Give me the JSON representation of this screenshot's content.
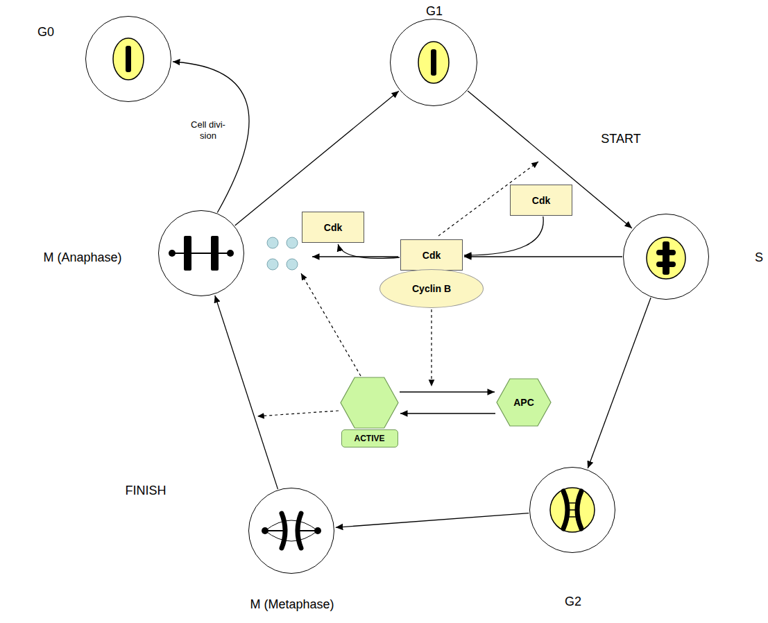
{
  "diagram": {
    "nodes": [
      {
        "text": [
          "G0"
        ]
      },
      {
        "text": [
          "G1"
        ]
      },
      {
        "text": [
          "S"
        ]
      },
      {
        "text": [
          "G2"
        ]
      },
      {
        "text": [
          "M (Metaphase)"
        ]
      },
      {
        "text": [
          "M (Anaphase)"
        ]
      },
      {
        "text": [
          "Cdk"
        ]
      },
      {
        "text": [
          "Cdk"
        ]
      },
      {
        "text": [
          "Cdk"
        ]
      },
      {
        "text": [
          "Cyclin B"
        ]
      },
      {
        "text": [
          "ACTIVE"
        ]
      },
      {
        "text": [
          "APC"
        ]
      }
    ],
    "edges": [
      {
        "from": 1,
        "to": 2,
        "arrow": "to"
      },
      {
        "from": 2,
        "to": 3,
        "arrow": "to"
      },
      {
        "from": 3,
        "to": 4,
        "arrow": "to"
      },
      {
        "from": 4,
        "to": 5,
        "arrow": "to"
      },
      {
        "from": 5,
        "to": 1,
        "arrow": "to"
      },
      {
        "from": 5,
        "to": 0,
        "arrow": "to"
      },
      {
        "from": 8,
        "to": 7,
        "arrow": "to"
      },
      {
        "from": 7,
        "to": 6,
        "arrow": "to"
      },
      {
        "from": 2,
        "to": 7,
        "arrow": "to"
      },
      {
        "from": 10,
        "to": 11,
        "arrow": "to"
      },
      {
        "from": 11,
        "to": 10,
        "arrow": "to"
      }
    ],
    "labels": [
      "START",
      "FINISH",
      "Cell divi- sion"
    ]
  }
}
